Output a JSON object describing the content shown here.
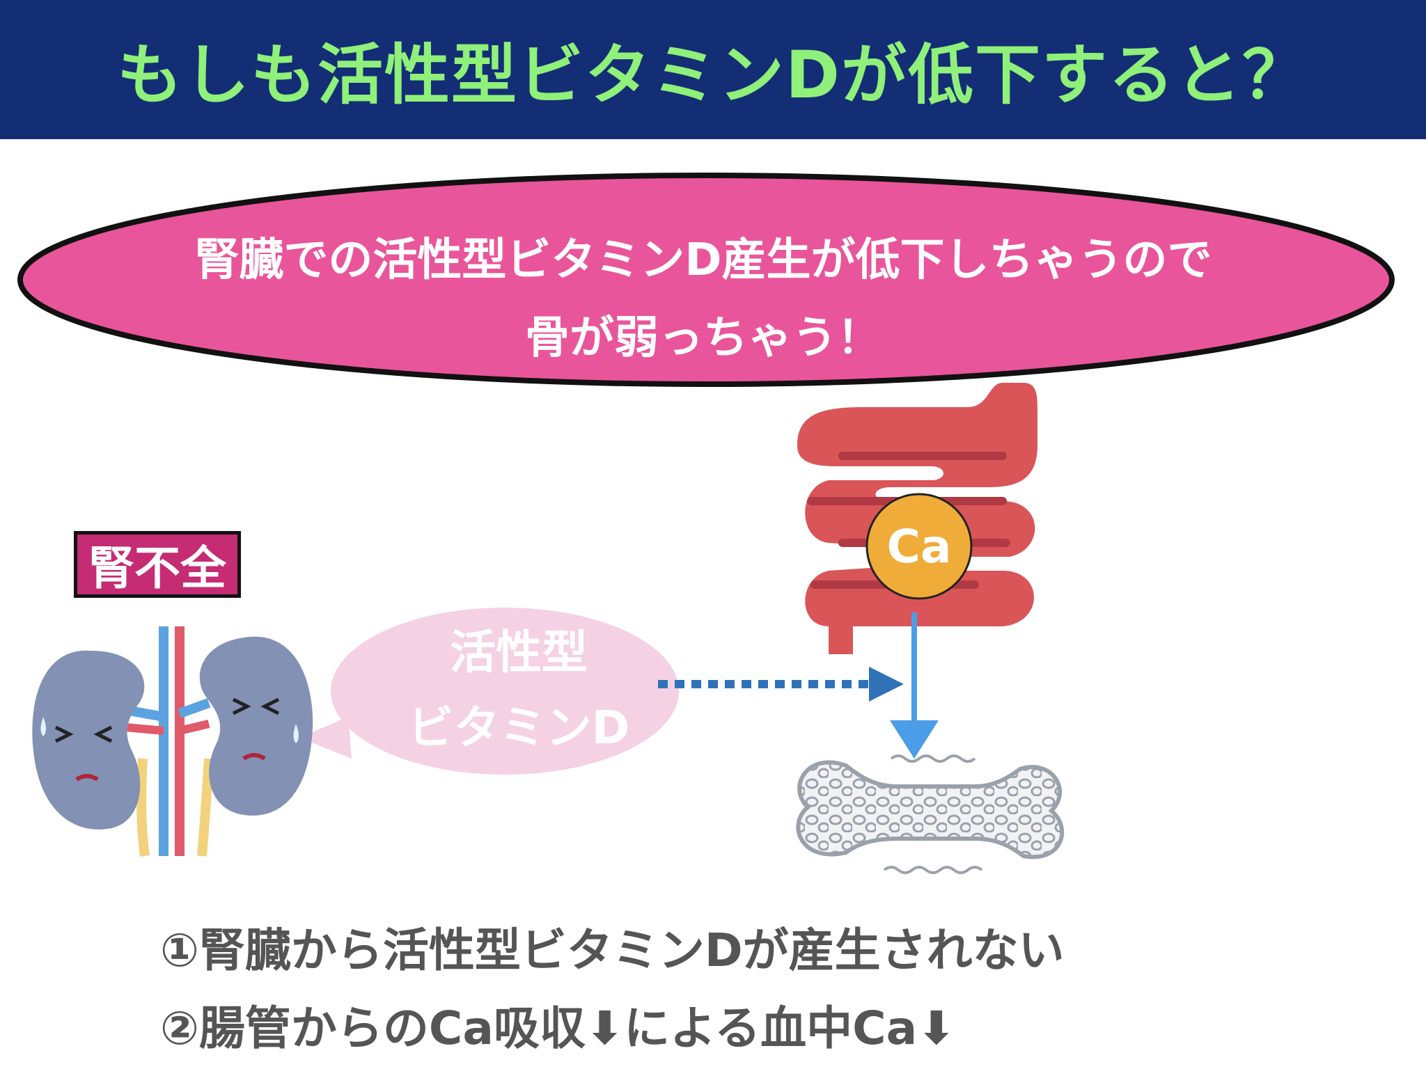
{
  "header": {
    "title": "もしも活性型ビタミンDが低下すると？"
  },
  "callout": {
    "line1": "腎臓での活性型ビタミンD産生が低下しちゃうので",
    "line2": "骨が弱っちゃう！"
  },
  "badge": {
    "label": "腎不全"
  },
  "speech": {
    "line1": "活性型",
    "line2": "ビタミンD"
  },
  "calcium": {
    "label": "Ca"
  },
  "points": [
    "①腎臓から活性型ビタミンDが産生されない",
    "②腸管からのCa吸収⬇による血中Ca⬇"
  ],
  "colors": {
    "header_bg": "#142e75",
    "header_text": "#8ff07a",
    "callout_fill": "#e9559a",
    "badge_fill": "#c52c74",
    "speech_fill": "#f5d1e4",
    "intestine": "#d95558",
    "calcium": "#f0ac38",
    "arrow_blue": "#4a9de6",
    "kidney": "#8291b4"
  }
}
